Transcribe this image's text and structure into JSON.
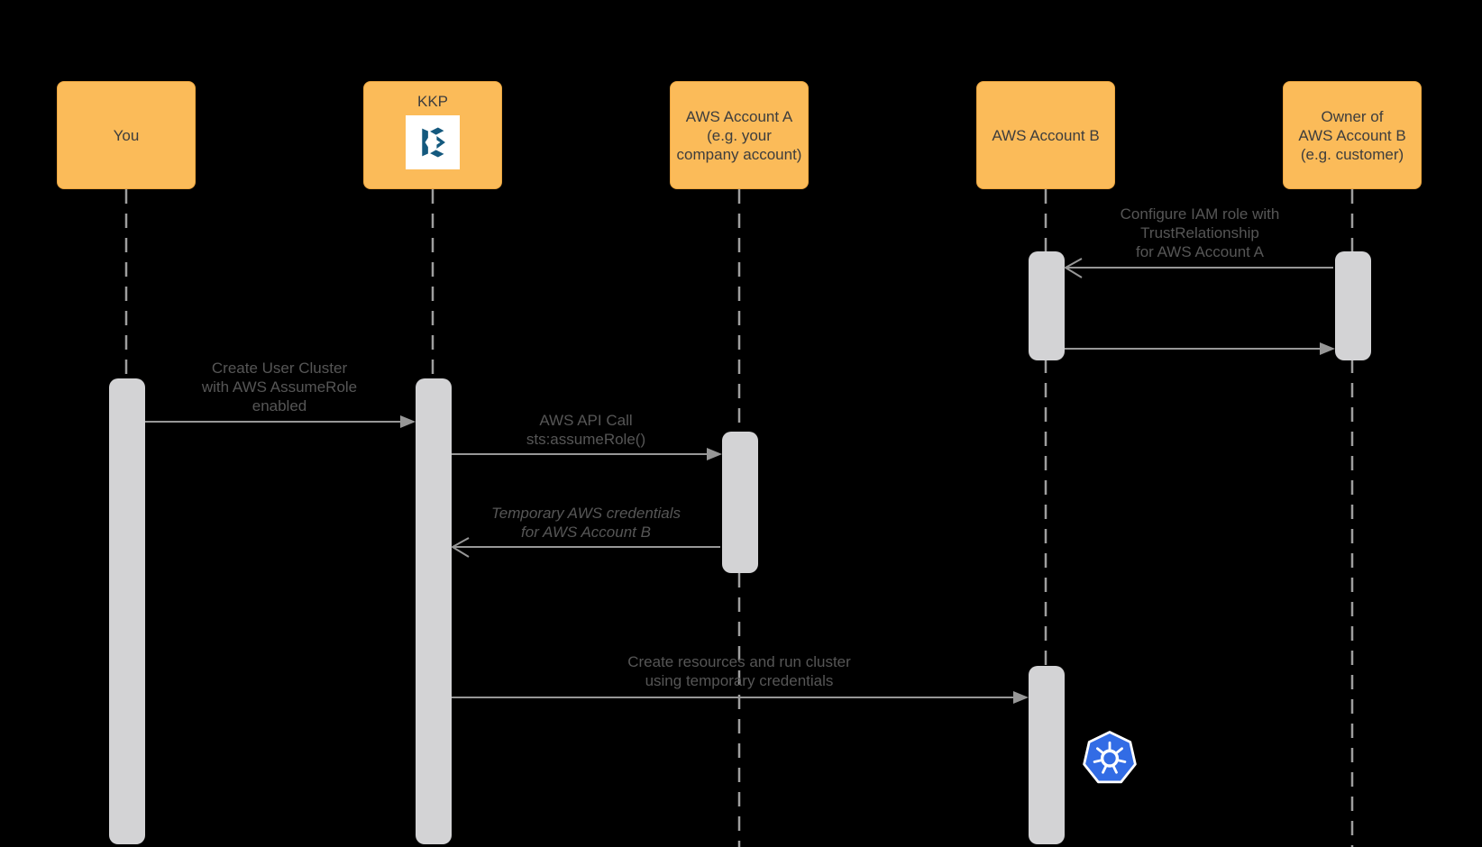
{
  "diagram": {
    "kind": "sequence-diagram",
    "background_color": "#000000",
    "actor_fill_color": "#FBBB59",
    "activation_bar_color": "#D3D3D5",
    "arrow_color": "#979797",
    "lifeline_color": "#9E9E9E",
    "message_text_color": "#565656",
    "kubernetes_blue": "#326CE5",
    "kubermatic_navy": "#14597E"
  },
  "actors": [
    {
      "name": "you",
      "label": "You"
    },
    {
      "name": "kkp",
      "label": "KKP",
      "icon": "kubermatic-logo"
    },
    {
      "name": "aws-account-a",
      "label": "AWS Account A\n(e.g. your\ncompany account)"
    },
    {
      "name": "aws-account-b",
      "label": "AWS Account B"
    },
    {
      "name": "owner-aws-account-b",
      "label": "Owner of\nAWS Account B\n(e.g. customer)"
    }
  ],
  "messages": [
    {
      "name": "configure-iam-role",
      "from": "Owner of AWS Account B",
      "to": "AWS Account B",
      "arrowhead": "open",
      "label": "Configure IAM role with\nTrustRelationship\nfor AWS Account A"
    },
    {
      "name": "configure-iam-role-reply",
      "from": "AWS Account B",
      "to": "Owner of AWS Account B",
      "arrowhead": "filled",
      "label": ""
    },
    {
      "name": "create-user-cluster",
      "from": "You",
      "to": "KKP",
      "arrowhead": "filled",
      "label": "Create User Cluster\nwith AWS AssumeRole\nenabled"
    },
    {
      "name": "aws-api-call",
      "from": "KKP",
      "to": "AWS Account A",
      "arrowhead": "filled",
      "label": "AWS API Call\nsts:assumeRole()"
    },
    {
      "name": "temporary-credentials",
      "from": "AWS Account A",
      "to": "KKP",
      "arrowhead": "open",
      "italic": true,
      "label": "Temporary AWS credentials\nfor AWS Account B"
    },
    {
      "name": "create-resources",
      "from": "KKP",
      "to": "AWS Account B",
      "arrowhead": "filled",
      "label": "Create resources and run cluster\nusing temporary credentials"
    }
  ],
  "icons": [
    {
      "name": "kubermatic-logo",
      "location": "inside KKP actor box"
    },
    {
      "name": "kubernetes-logo",
      "location": "right of AWS Account B activation bar"
    }
  ]
}
